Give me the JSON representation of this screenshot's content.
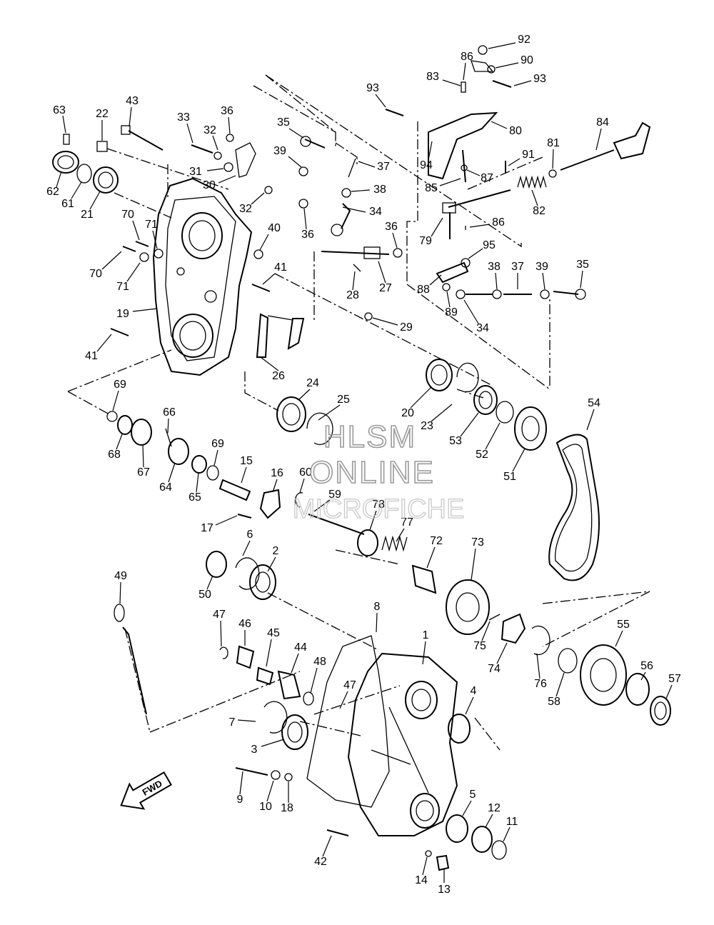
{
  "diagram": {
    "callouts": [
      "1",
      "2",
      "3",
      "4",
      "5",
      "6",
      "7",
      "8",
      "9",
      "10",
      "11",
      "12",
      "13",
      "14",
      "15",
      "16",
      "17",
      "18",
      "19",
      "20",
      "21",
      "22",
      "23",
      "24",
      "25",
      "26",
      "27",
      "28",
      "29",
      "30",
      "31",
      "32",
      "32",
      "33",
      "34",
      "34",
      "35",
      "35",
      "36",
      "36",
      "36",
      "37",
      "37",
      "38",
      "38",
      "39",
      "39",
      "40",
      "41",
      "41",
      "42",
      "43",
      "44",
      "45",
      "46",
      "47",
      "47",
      "48",
      "49",
      "50",
      "51",
      "52",
      "53",
      "54",
      "55",
      "56",
      "57",
      "58",
      "59",
      "60",
      "61",
      "62",
      "63",
      "64",
      "65",
      "66",
      "67",
      "68",
      "69",
      "69",
      "70",
      "70",
      "71",
      "71",
      "72",
      "73",
      "74",
      "75",
      "76",
      "77",
      "78",
      "79",
      "80",
      "81",
      "82",
      "83",
      "84",
      "85",
      "86",
      "86",
      "87",
      "88",
      "89",
      "90",
      "91",
      "92",
      "93",
      "93",
      "94",
      "95"
    ],
    "direction_badge": "FWD"
  },
  "watermark": {
    "line1": "HLSM",
    "line2": "ONLINE",
    "line3": "MICROFICHE"
  }
}
